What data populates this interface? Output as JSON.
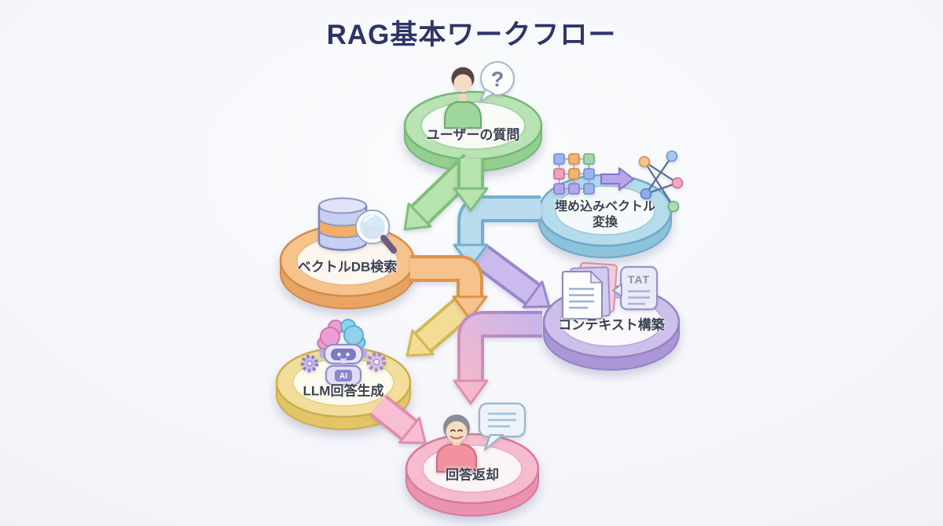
{
  "title": "RAG基本ワークフロー",
  "nodes": {
    "user_question": {
      "label": "ユーザーの質問",
      "color": "#76b774"
    },
    "embedding": {
      "label": "埋め込みベクトル変換",
      "line1": "埋め込みベクトル",
      "line2": "変換",
      "color": "#6da9c6"
    },
    "vector_db": {
      "label": "ベクトルDB検索",
      "color": "#d28c47"
    },
    "context_build": {
      "label": "コンテキスト構築",
      "color": "#9583c4"
    },
    "llm_generate": {
      "label": "LLM回答生成",
      "color": "#ccae52"
    },
    "answer_return": {
      "label": "回答返却",
      "color": "#d77a9b"
    }
  },
  "icon_text": {
    "question_mark": "?",
    "doc_badge": "TAT",
    "robot_chest": "AI"
  },
  "arrows": [
    {
      "color": "green",
      "from": "user_question",
      "to": "vector_db"
    },
    {
      "color": "green",
      "from": "user_question",
      "to": "center_merge"
    },
    {
      "color": "blue",
      "from": "embedding",
      "to": "center_merge"
    },
    {
      "color": "purple",
      "from": "center_merge",
      "to": "context_build"
    },
    {
      "color": "orange",
      "from": "vector_db",
      "to": "center_drop"
    },
    {
      "color": "yellow",
      "from": "center_drop",
      "to": "llm_generate"
    },
    {
      "color": "purple_pink",
      "from": "context_build",
      "to": "answer_return"
    },
    {
      "color": "pink",
      "from": "llm_generate",
      "to": "answer_return"
    }
  ],
  "colors": {
    "background": "#f3f4f9",
    "title": "#2d3566",
    "label_text": "#3a4150"
  }
}
